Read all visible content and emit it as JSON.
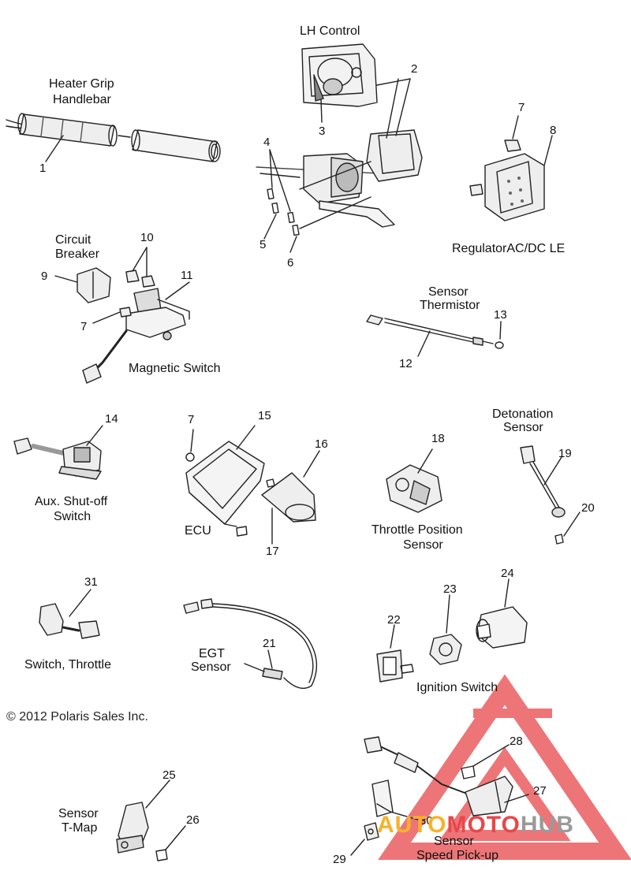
{
  "labels": {
    "lh_control": "LH Control",
    "heater_grip": "Heater Grip",
    "handlebar": "Handlebar",
    "circuit": "Circuit",
    "breaker": "Breaker",
    "regulator": "RegulatorAC/DC LE",
    "sensor_a": "Sensor",
    "thermistor": "Thermistor",
    "magnetic_switch": "Magnetic Switch",
    "detonation": "Detonation",
    "sensor_b": "Sensor",
    "aux_shutoff": "Aux. Shut-off",
    "switch_word": "Switch",
    "ecu": "ECU",
    "throttle_position": "Throttle Position",
    "sensor_c": "Sensor",
    "switch_throttle": "Switch, Throttle",
    "egt": "EGT",
    "sensor_d": "Sensor",
    "ignition_switch": "Ignition Switch",
    "sensor_e": "Sensor",
    "t_map": "T-Map",
    "sensor_f": "Sensor",
    "speed_pickup": "Speed Pick-up"
  },
  "callouts": [
    "1",
    "2",
    "3",
    "4",
    "5",
    "6",
    "7",
    "8",
    "9",
    "10",
    "11",
    "7",
    "12",
    "13",
    "14",
    "7",
    "15",
    "16",
    "17",
    "18",
    "19",
    "20",
    "31",
    "21",
    "22",
    "23",
    "24",
    "25",
    "26",
    "28",
    "27",
    "30",
    "29"
  ],
  "copyright": "© 2012 Polaris Sales Inc.",
  "watermark": {
    "part1": "AUTO",
    "part2": "MOTO",
    "part3": "HUB",
    "color_orange": "#f5b32a",
    "color_red": "#e8474a",
    "color_gray": "#9a9a9a"
  }
}
